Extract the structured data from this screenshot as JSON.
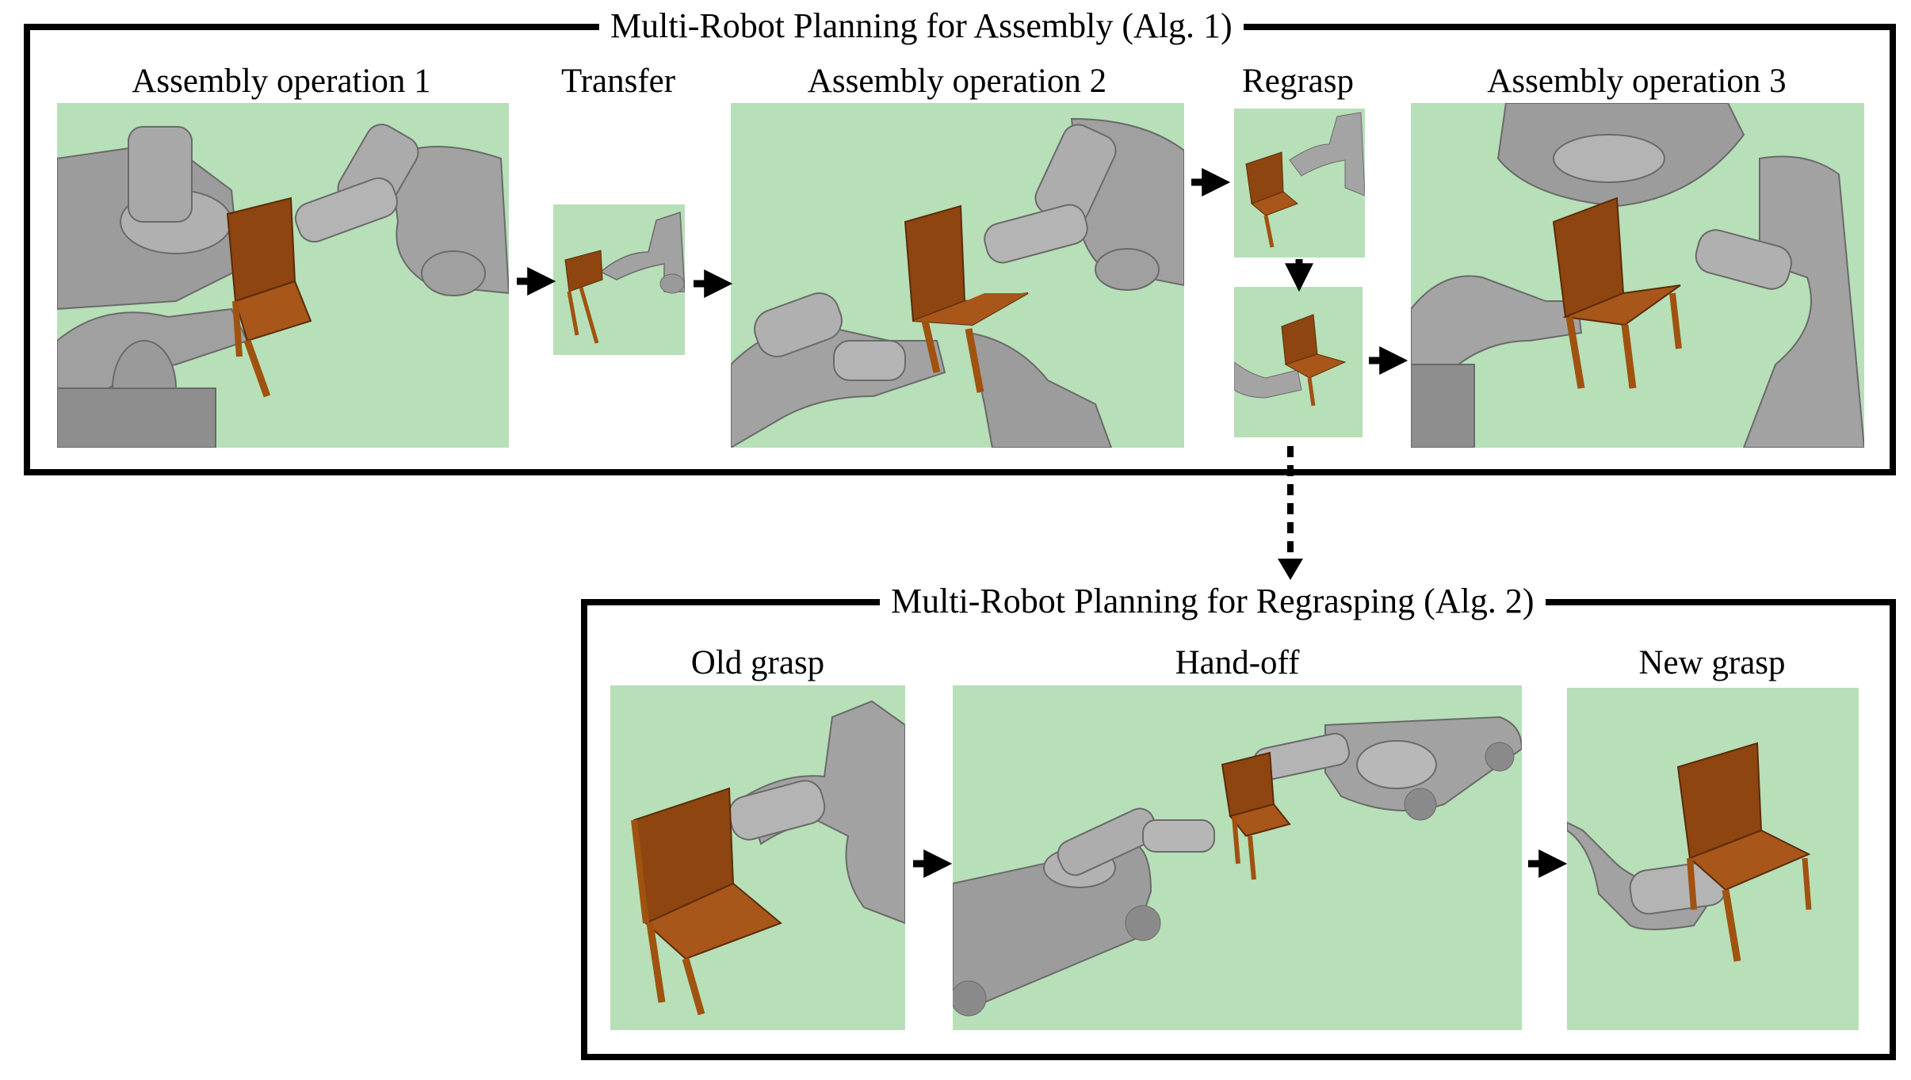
{
  "assembly": {
    "title": "Multi-Robot Planning for Assembly (Alg. 1)",
    "steps": {
      "op1": "Assembly operation 1",
      "transfer": "Transfer",
      "op2": "Assembly operation 2",
      "regrasp": "Regrasp",
      "op3": "Assembly operation 3"
    }
  },
  "regrasping": {
    "title": "Multi-Robot Planning for Regrasping (Alg. 2)",
    "steps": {
      "old": "Old grasp",
      "handoff": "Hand-off",
      "new": "New grasp"
    }
  },
  "colors": {
    "panel_bg": "#b7dfb8",
    "robot_gray": "#9c9c9c",
    "chair_brown": "#a0520f",
    "frame": "#000000"
  }
}
